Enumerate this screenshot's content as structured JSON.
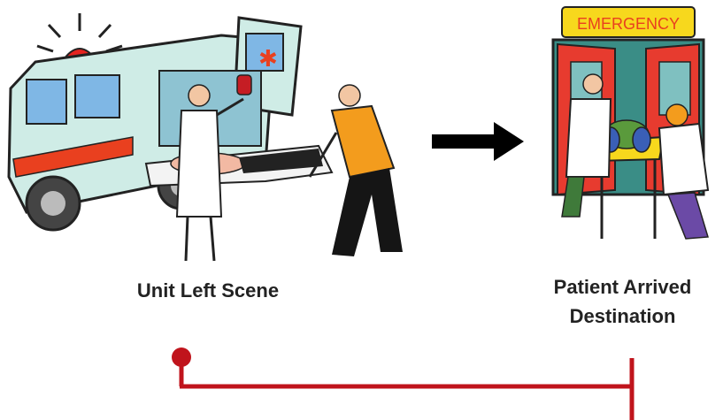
{
  "left_stage": {
    "label": "Unit Left Scene"
  },
  "right_stage": {
    "sign_text": "EMERGENCY",
    "label_line1": "Patient Arrived",
    "label_line2": "Destination"
  },
  "colors": {
    "timeline": "#c0141c",
    "arrow": "#000000",
    "ambulance_body": "#d7f0ea",
    "emergency_door": "#e73b2f"
  }
}
